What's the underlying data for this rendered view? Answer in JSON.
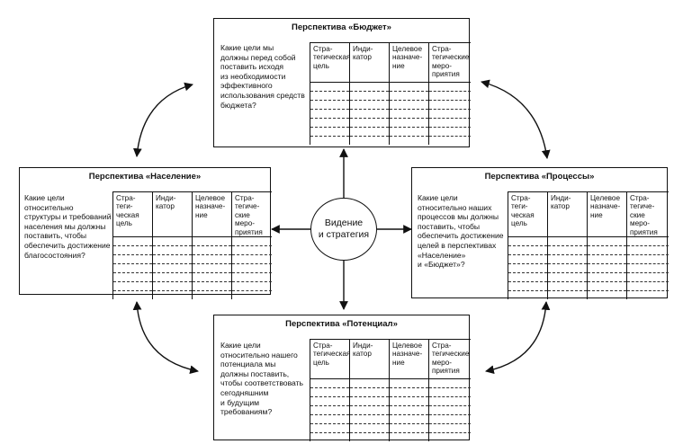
{
  "center": {
    "label": "Видение\nи стратегия"
  },
  "columns": [
    "Стра-\nтеги-\nческая\nцель",
    "Инди-\nкатор",
    "Целевое\nназначе-\nние",
    "Стра-\nтегиче-\nские\nмеро-\nприятия"
  ],
  "columns_alt": [
    "Стра-\nтегическая\nцель",
    "Инди-\nкатор",
    "Целевое\nназначе-\nние",
    "Стра-\nтегические\nмеро-\nприятия"
  ],
  "boxes": {
    "budget": {
      "title": "Перспектива «Бюджет»",
      "question": "Какие цели мы\nдолжны перед собой\nпоставить исходя\nиз необходимости\nэффективного\nиспользования средств\nбюджета?"
    },
    "population": {
      "title": "Перспектива «Население»",
      "question": "Какие цели\nотносительно\nструктуры и требований\nнаселения мы должны\nпоставить, чтобы\nобеспечить достижение\nблагосостояния?"
    },
    "processes": {
      "title": "Перспектива «Процессы»",
      "question": "Какие цели\nотносительно наших\nпроцессов мы должны\nпоставить, чтобы\nобеспечить достижение\nцелей в перспективах\n«Население»\nи «Бюджет»?"
    },
    "potential": {
      "title": "Перспектива «Потенциал»",
      "question": "Какие цели\nотносительно нашего\nпотенциала мы\nдолжны поставить,\nчтобы соответствовать\nсегодняшним\nи будущим\nтребованиям?"
    }
  }
}
